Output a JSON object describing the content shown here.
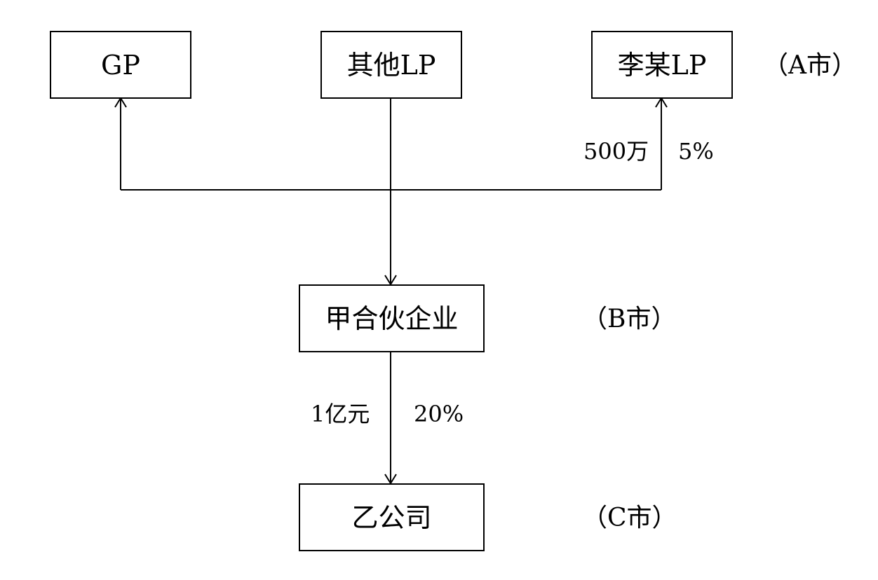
{
  "nodes": {
    "gp": "GP",
    "other_lp": "其他LP",
    "li_lp": "李某LP",
    "partnership": "甲合伙企业",
    "company": "乙公司"
  },
  "locations": {
    "a": "（A市）",
    "b": "（B市）",
    "c": "（C市）"
  },
  "edges": {
    "li_amount": "500万",
    "li_share": "5%",
    "company_amount": "1亿元",
    "company_share": "20%"
  }
}
